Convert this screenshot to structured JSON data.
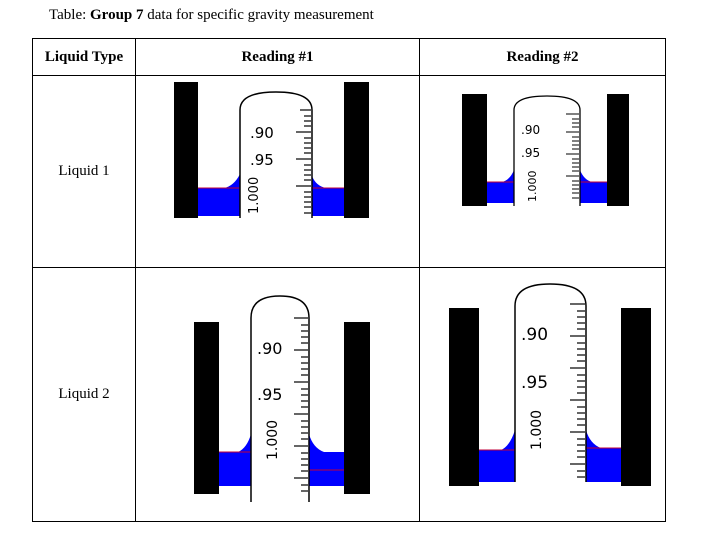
{
  "caption": {
    "prefix": "Table: ",
    "group": "Group 7",
    "suffix": " data for specific gravity measurement"
  },
  "table": {
    "headers": [
      "Liquid Type",
      "Reading #1",
      "Reading #2"
    ],
    "rows": [
      {
        "label": "Liquid 1"
      },
      {
        "label": "Liquid 2"
      }
    ]
  },
  "hydrometer": {
    "scale_labels": [
      ".90",
      ".95",
      "1.000"
    ],
    "liquid_color": "#0000ff",
    "wall_color": "#000000",
    "meniscus_line_color": "#c0003a"
  }
}
